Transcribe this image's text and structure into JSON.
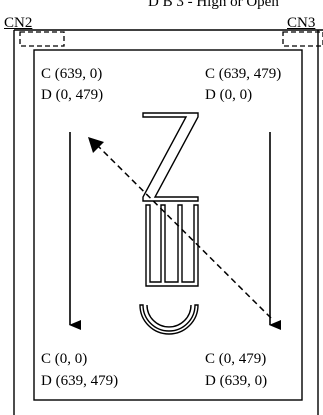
{
  "header": {
    "top_text": "D B 3 - High or Open"
  },
  "connectors": {
    "left": "CN2",
    "right": "CN3"
  },
  "corners": {
    "top_left": {
      "c": "C (639, 0)",
      "d": "D (0, 479)"
    },
    "top_right": {
      "c": "C (639, 479)",
      "d": "D (0, 0)"
    },
    "bottom_left": {
      "c": "C (0, 0)",
      "d": "D (639, 479)"
    },
    "bottom_right": {
      "c": "C (0, 479)",
      "d": "D (639, 0)"
    }
  },
  "logo": {
    "text": "NEC"
  },
  "colors": {
    "line": "#000000",
    "background": "#ffffff"
  }
}
